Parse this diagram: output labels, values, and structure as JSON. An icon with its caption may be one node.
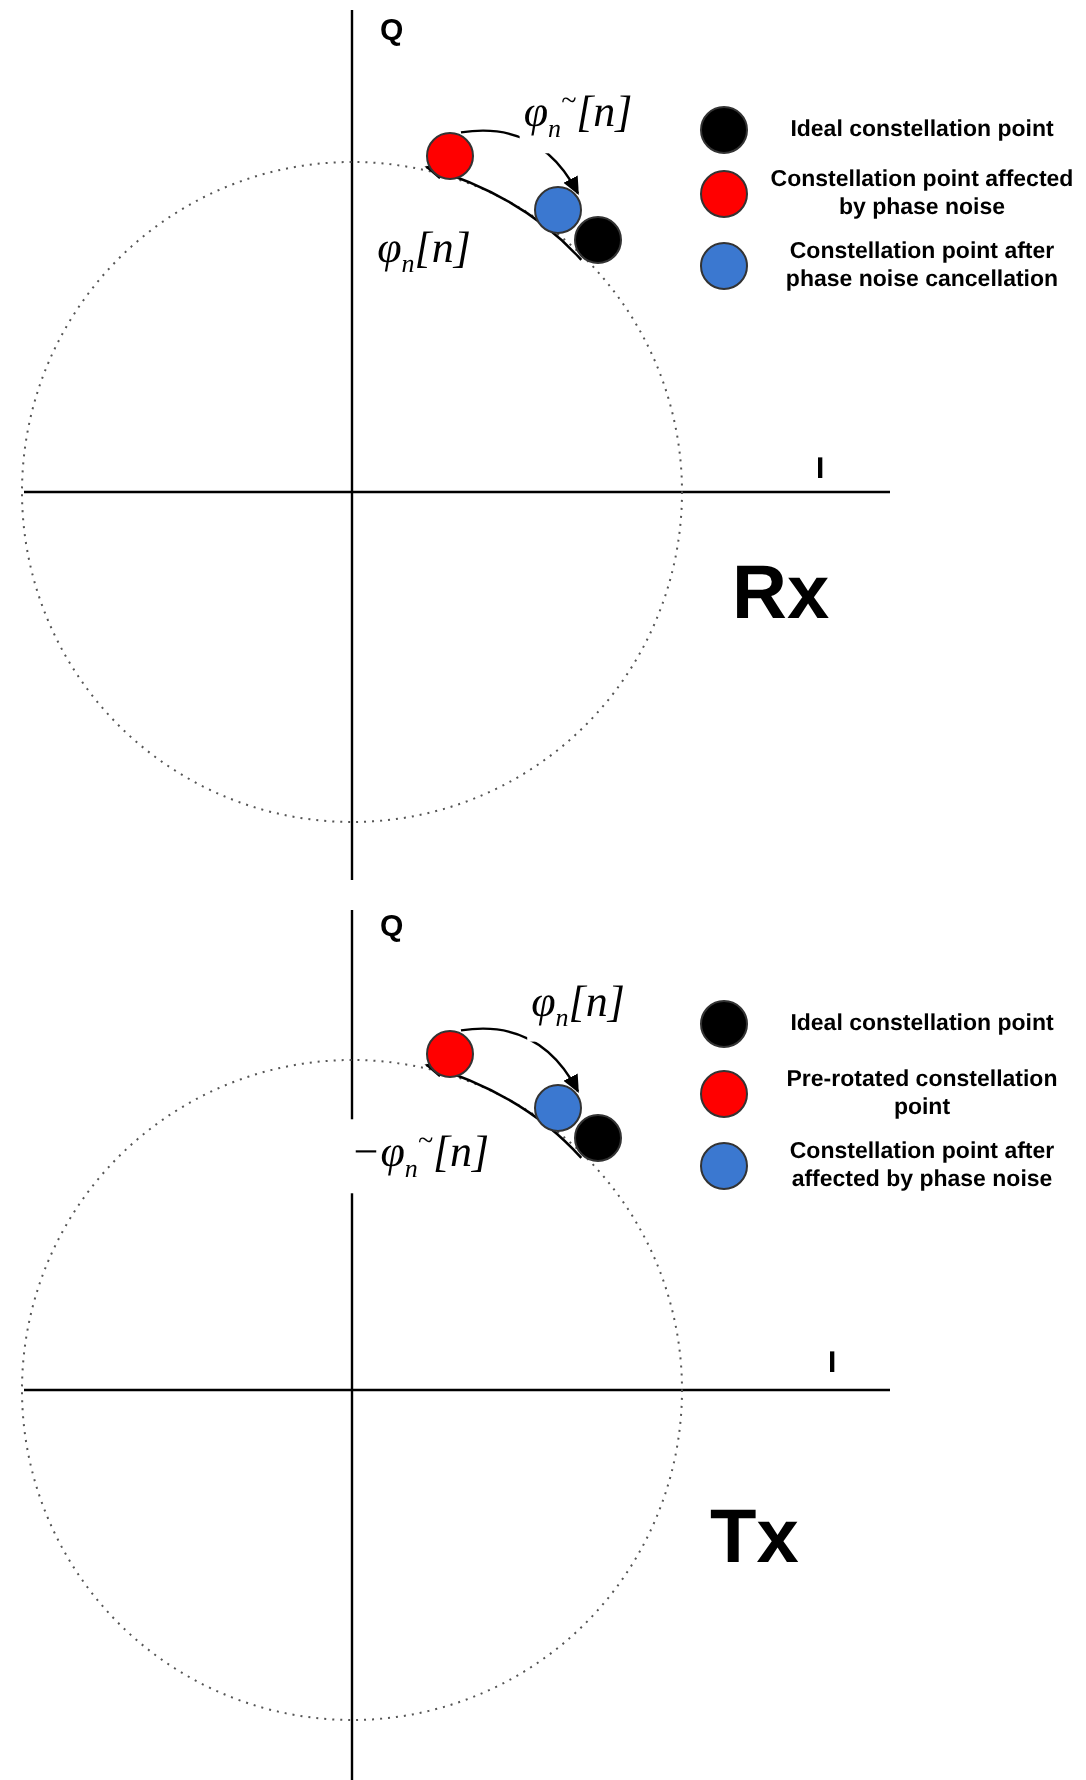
{
  "diagram": {
    "nodes": [
      {
        "text": [],
        "shape": "circle"
      },
      {
        "text": [],
        "shape": "circle"
      },
      {
        "text": [],
        "shape": "circle"
      },
      {
        "text": [],
        "shape": "circle"
      },
      {
        "text": [],
        "shape": "circle"
      },
      {
        "text": [],
        "shape": "circle"
      }
    ],
    "edges": [
      {
        "from": 0,
        "to": 1,
        "arrow": "to",
        "label": "φ$_{n}$$^{~}$[n]"
      },
      {
        "from": 2,
        "to": 0,
        "arrow": "to",
        "label": "φ$_{n}$[n]"
      },
      {
        "from": 3,
        "to": 4,
        "arrow": "to",
        "label": "φ$_{n}$[n]"
      },
      {
        "from": 5,
        "to": 3,
        "arrow": "to",
        "label": "−φ$_{n}$$^{~}$[n]"
      }
    ],
    "labels": [
      "Q",
      "I",
      "Rx",
      "Q",
      "I",
      "Tx"
    ],
    "legend": [
      {
        "text": "Ideal constellation point",
        "color": "#000000"
      },
      {
        "text": "Constellation point affected by phase noise",
        "color": "#ff0000"
      },
      {
        "text": "Constellation point after phase noise cancellation",
        "color": "#3b78d0"
      },
      {
        "text": "Ideal constellation point",
        "color": "#000000"
      },
      {
        "text": "Pre-rotated constellation point",
        "color": "#ff0000"
      },
      {
        "text": "Constellation point after affected by phase noise",
        "color": "#3b78d0"
      }
    ]
  }
}
